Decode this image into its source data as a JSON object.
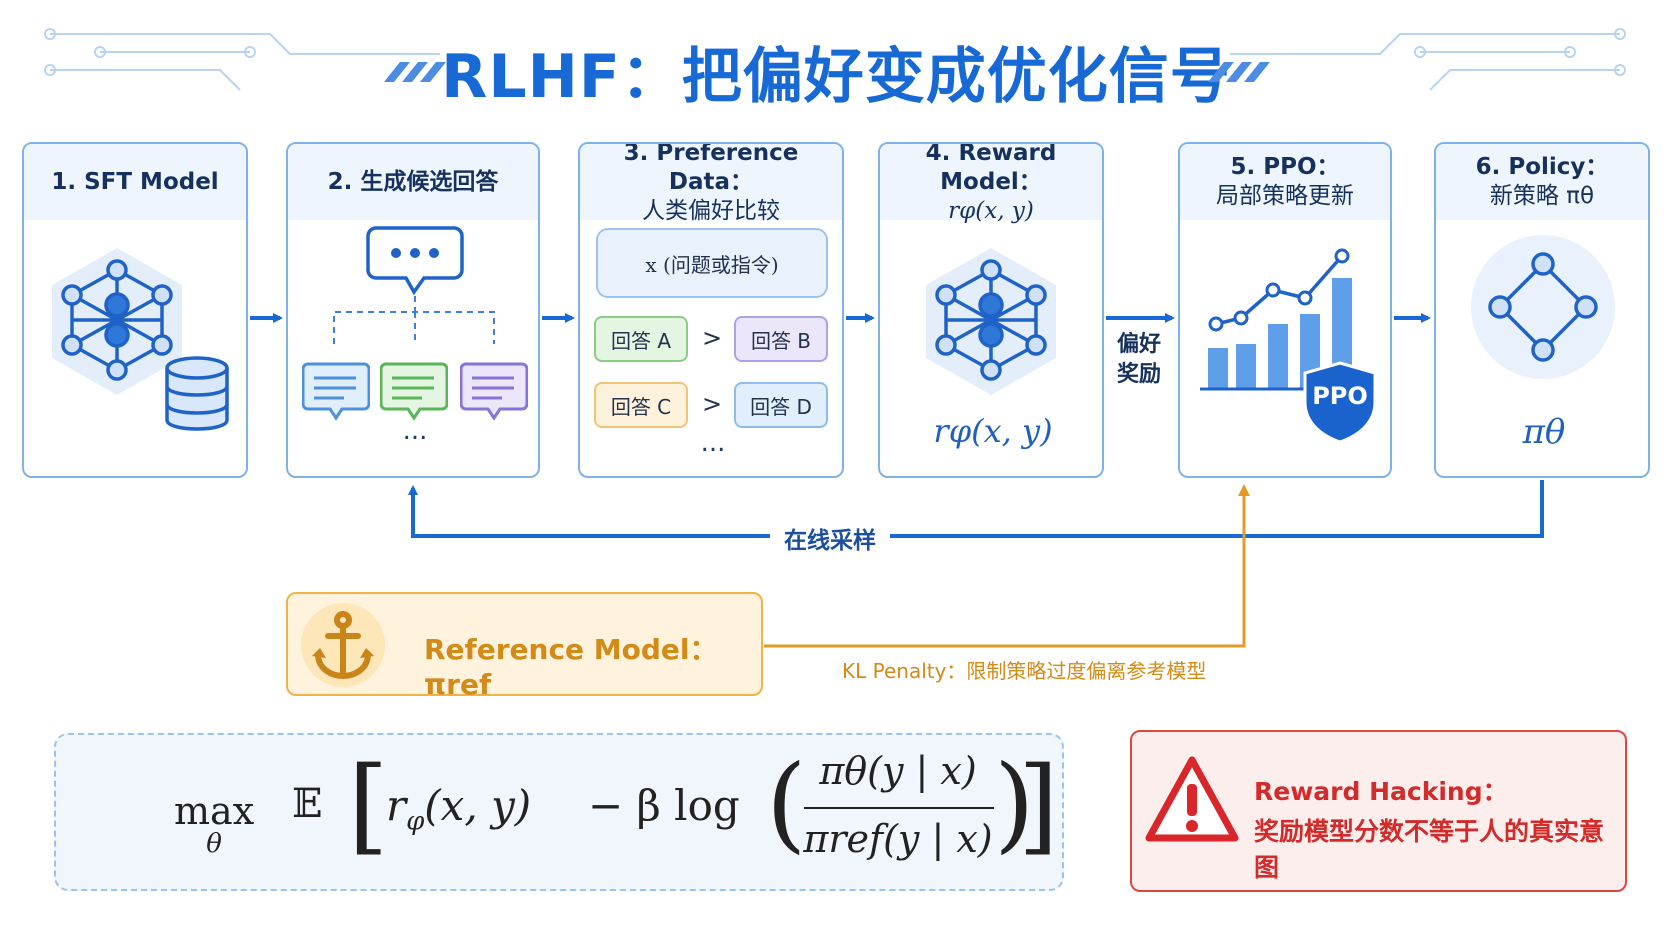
{
  "title": "RLHF：把偏好变成优化信号",
  "stages": [
    {
      "num": "1.",
      "title": "SFT Model"
    },
    {
      "num": "2.",
      "title": "生成候选回答",
      "ellipsis": "..."
    },
    {
      "num": "3.",
      "title": "Preference Data：",
      "subtitle": "人类偏好比较",
      "prompt": "x (问题或指令)",
      "pairs": [
        {
          "left": "回答 A",
          "op": ">",
          "right": "回答 B"
        },
        {
          "left": "回答 C",
          "op": ">",
          "right": "回答 D"
        }
      ],
      "ellipsis": "..."
    },
    {
      "num": "4.",
      "title": "Reward Model：",
      "subtitle": "rφ(x, y)",
      "label": "rφ(x, y)"
    },
    {
      "num": "5.",
      "title": "PPO：",
      "subtitle": "局部策略更新",
      "badge": "PPO"
    },
    {
      "num": "6.",
      "title": "Policy：",
      "subtitle": "新策略 πθ",
      "label": "πθ"
    }
  ],
  "arrow_labels": {
    "preference_reward": "偏好\n奖励"
  },
  "feedback_label": "在线采样",
  "reference": {
    "label": "Reference Model：πref"
  },
  "kl_label": "KL Penalty：限制策略过度偏离参考模型",
  "formula": {
    "max": "max",
    "sub": "θ",
    "expect": "𝔼",
    "r": "r",
    "r_sub": "φ",
    "args": "(x, y)",
    "minus_beta": "− β log",
    "num": "πθ(y | x)",
    "den": "πref(y | x)"
  },
  "warning": {
    "title": "Reward Hacking：",
    "body": "奖励模型分数不等于人的真实意图"
  },
  "colors": {
    "brand": "#1769d6",
    "stage_border": "#7fb1ea",
    "reference": "#f2b24a",
    "warning": "#e04545"
  },
  "icons": [
    "network-hex-icon",
    "database-icon",
    "chat-bubble-icon",
    "message-card-icon",
    "bar-chart-icon",
    "shield-badge-icon",
    "policy-graph-icon",
    "anchor-icon",
    "warning-triangle-icon",
    "circuit-decoration-icon"
  ]
}
